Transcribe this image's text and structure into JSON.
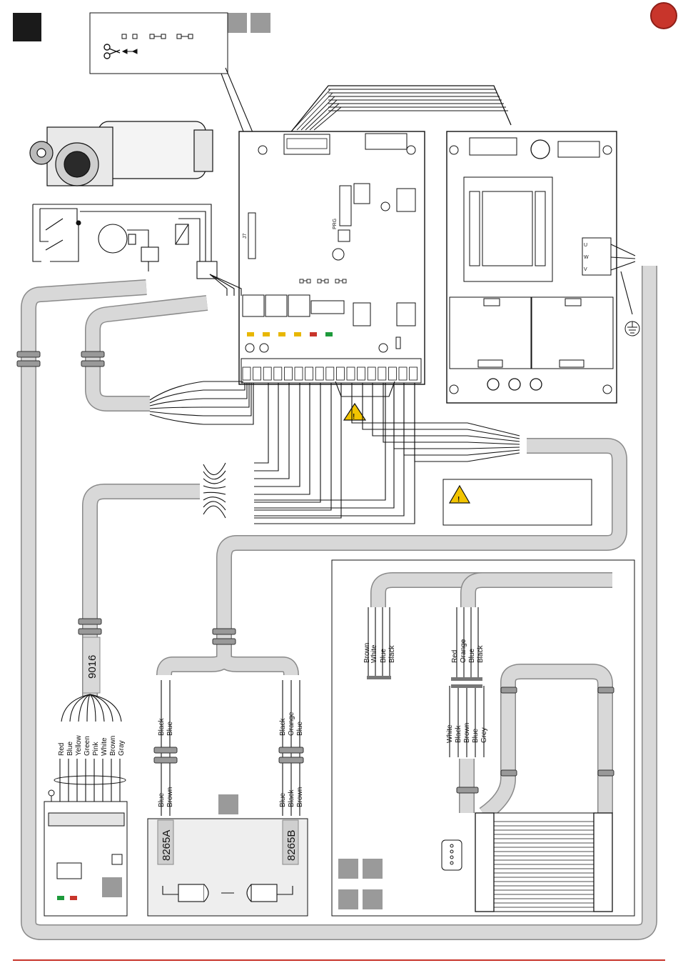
{
  "board": {
    "label_prg": "PRG",
    "label_j7": "J7",
    "label_uvw": [
      "U",
      "W",
      "V"
    ]
  },
  "main_cable": {
    "code": "9016",
    "wires": [
      "Red",
      "Blue",
      "Yellow",
      "Green",
      "Pink",
      "White",
      "Brown",
      "Gray"
    ]
  },
  "photocell_a": {
    "code": "8265A",
    "wires_top": [
      "Black",
      "Blue"
    ],
    "wires_bottom": [
      "Blue",
      "Brown"
    ]
  },
  "photocell_b": {
    "code": "8265B",
    "wires_top": [
      "Black",
      "Orange",
      "Blue"
    ],
    "wires_bottom": [
      "Blue",
      "Black",
      "Brown"
    ]
  },
  "edge_module": {
    "wires_left": [
      "Brown",
      "White",
      "Blue",
      "Black"
    ],
    "wires_right": [
      "Red",
      "Orange",
      "Blue",
      "Black"
    ],
    "wires_lower": [
      "White",
      "Black",
      "Brown",
      "Blue",
      "Grey"
    ]
  },
  "colors": {
    "accent_red": "#c8352b",
    "marker_gray": "#9a9a9a",
    "warning_yellow": "#f2c400"
  },
  "icons": [
    "scissors-icon",
    "warning-icon",
    "ground-icon",
    "red-circle-badge"
  ]
}
